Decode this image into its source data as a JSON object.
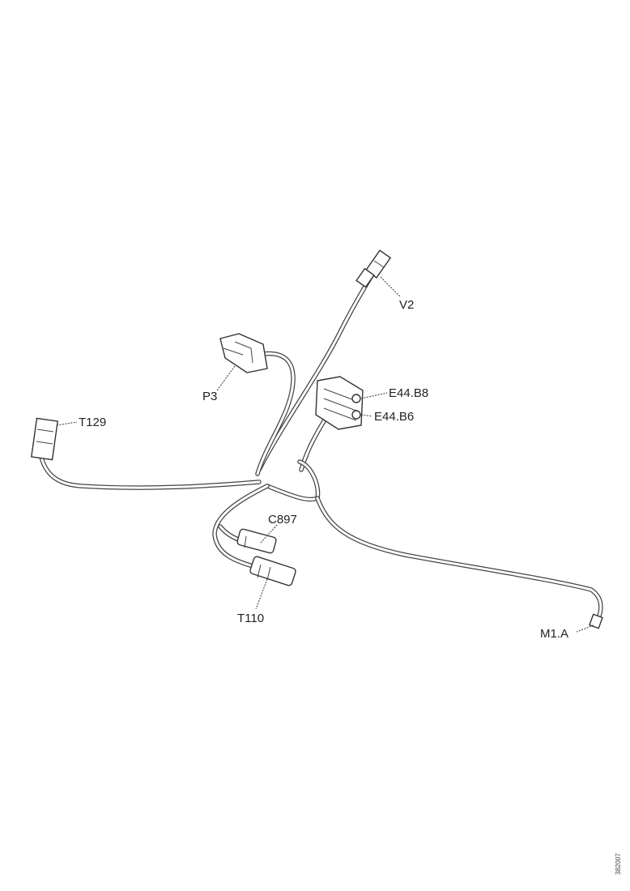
{
  "labels": {
    "v2": "V2",
    "p3": "P3",
    "e44b8": "E44.B8",
    "e44b6": "E44.B6",
    "t129": "T129",
    "c897": "C897",
    "t110": "T110",
    "m1a": "M1.A"
  },
  "figure_number": "382007"
}
